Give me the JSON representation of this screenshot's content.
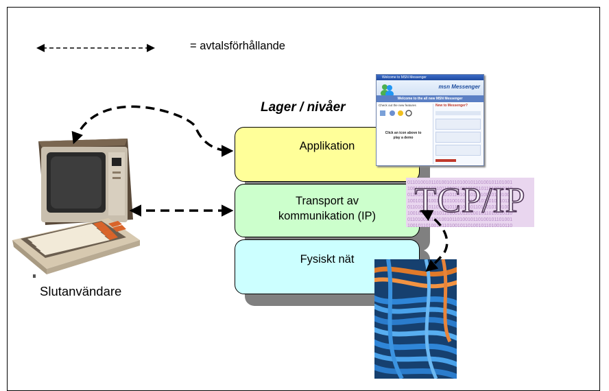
{
  "legend": {
    "arrow_icon": "double-headed-dashed-arrow",
    "text": "= avtalsförhållande"
  },
  "title": "Lager / nivåer",
  "layers": [
    {
      "label": "Applikation",
      "color": "#FFFF99"
    },
    {
      "label_line1": "Transport av",
      "label_line2": "kommunikation (IP)",
      "color": "#CCFFCC"
    },
    {
      "label": "Fysiskt nät",
      "color": "#CCFFFF"
    }
  ],
  "end_user": {
    "label": "Slutanvändare",
    "image": "retro-computer-terminal"
  },
  "messenger": {
    "window_title": "Welcome to MSN Messenger",
    "logo": "msn Messenger",
    "banner": "Welcome to the all new MSN Messenger",
    "heading": "Check out the new features",
    "click_text": "Click an icon above to play a demo",
    "side_title": "New to Messenger?",
    "color_accent": "#1F4E9E"
  },
  "tcpip": {
    "text": "TCP/IP"
  },
  "cables": {
    "image": "network-cables-photo"
  }
}
